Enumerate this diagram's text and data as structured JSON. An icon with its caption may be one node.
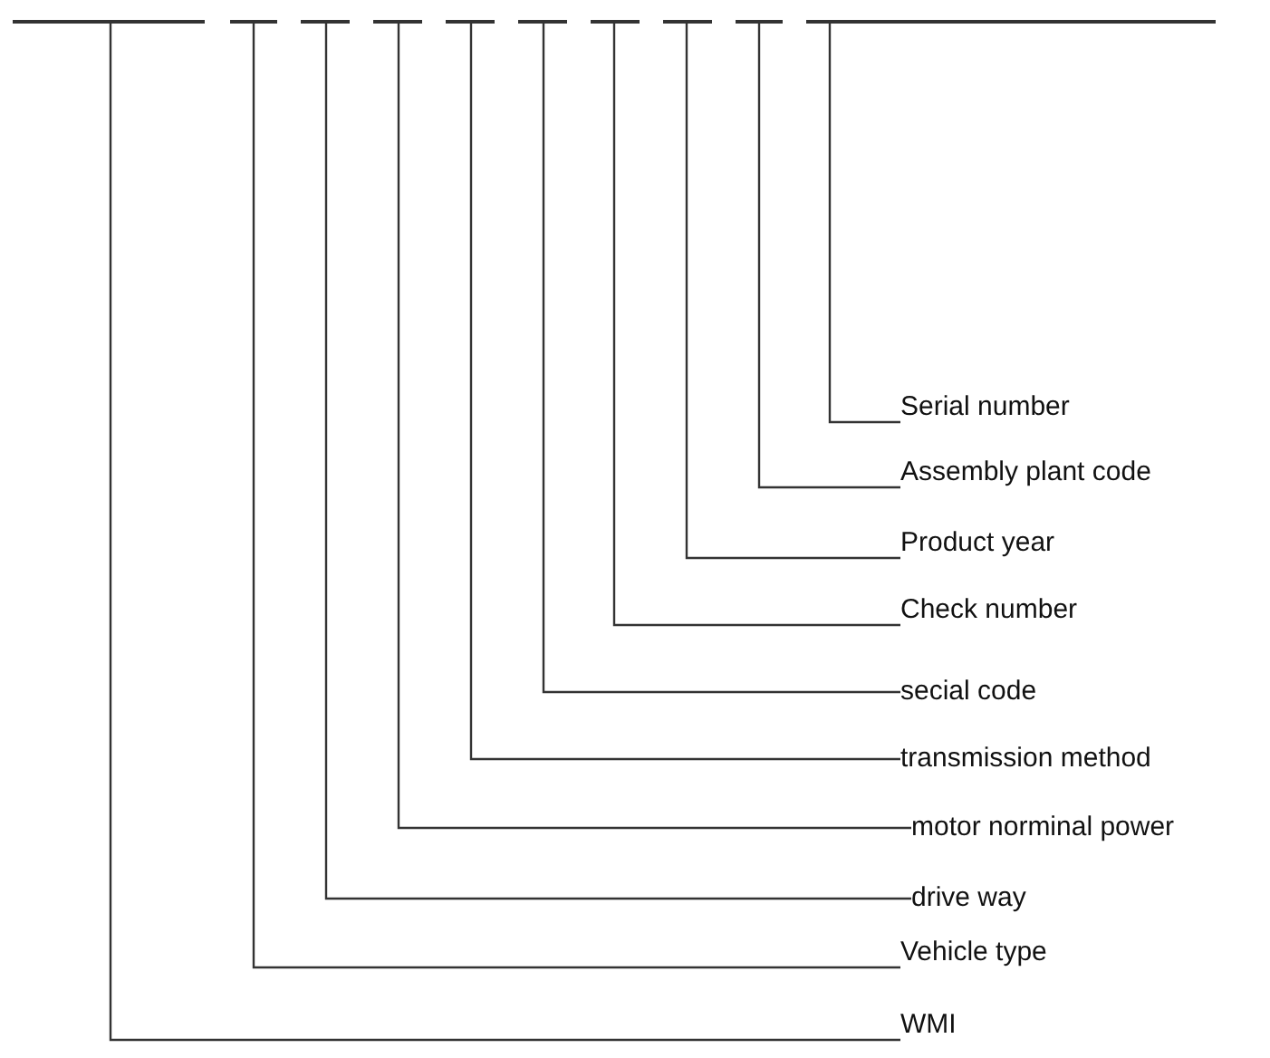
{
  "diagram": {
    "nodes": [
      {
        "text": [],
        "shape": "bar"
      },
      {
        "text": [],
        "shape": "bar"
      },
      {
        "text": [],
        "shape": "bar"
      },
      {
        "text": [],
        "shape": "bar"
      },
      {
        "text": [],
        "shape": "bar"
      },
      {
        "text": [],
        "shape": "bar"
      },
      {
        "text": [],
        "shape": "bar"
      },
      {
        "text": [],
        "shape": "bar"
      },
      {
        "text": [],
        "shape": "bar"
      },
      {
        "text": [],
        "shape": "bar"
      },
      {
        "text": [
          "Serial number"
        ]
      },
      {
        "text": [
          "Assembly plant code"
        ]
      },
      {
        "text": [
          "Product year"
        ]
      },
      {
        "text": [
          "Check number"
        ]
      },
      {
        "text": [
          "secial code"
        ]
      },
      {
        "text": [
          "transmission method"
        ]
      },
      {
        "text": [
          "motor norminal power"
        ]
      },
      {
        "text": [
          "drive way"
        ]
      },
      {
        "text": [
          "Vehicle type"
        ]
      },
      {
        "text": [
          "WMI"
        ]
      }
    ],
    "edges": [
      {
        "from": 10,
        "to": 9,
        "arrow": "none"
      },
      {
        "from": 11,
        "to": 8,
        "arrow": "none"
      },
      {
        "from": 12,
        "to": 7,
        "arrow": "none"
      },
      {
        "from": 13,
        "to": 6,
        "arrow": "none"
      },
      {
        "from": 14,
        "to": 5,
        "arrow": "none"
      },
      {
        "from": 15,
        "to": 4,
        "arrow": "none"
      },
      {
        "from": 16,
        "to": 3,
        "arrow": "none"
      },
      {
        "from": 17,
        "to": 2,
        "arrow": "none"
      },
      {
        "from": 18,
        "to": 1,
        "arrow": "none"
      },
      {
        "from": 19,
        "to": 0,
        "arrow": "none"
      }
    ]
  }
}
